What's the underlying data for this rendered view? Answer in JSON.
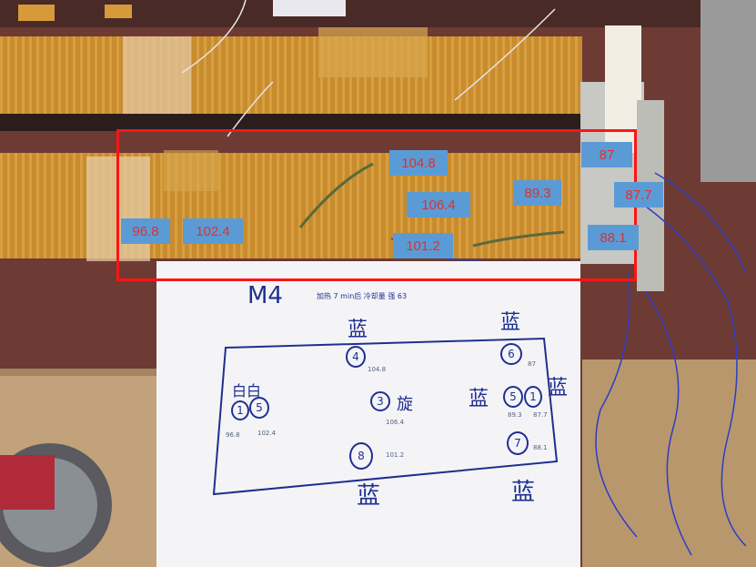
{
  "temperature_labels": [
    "96.8",
    "102.4",
    "104.8",
    "106.4",
    "101.2",
    "89.3",
    "87",
    "87.7",
    "88.1"
  ],
  "sheet": {
    "title": "M4",
    "note": "加热 7 min后   冷却量 强 63",
    "top_mark_left": "蓝",
    "top_mark_right": "蓝",
    "right_mark": "蓝",
    "mid_mark": "蓝",
    "bottom_mark_left": "蓝",
    "bottom_mark_right": "蓝",
    "left_label": "白白",
    "center_label": "旋",
    "sensors": [
      "1",
      "5",
      "4",
      "3",
      "8",
      "6",
      "5",
      "1",
      "7"
    ],
    "small_values": [
      "96.8",
      "102.4",
      "104.8",
      "106.4",
      "101.2",
      "87",
      "89.3",
      "87.7",
      "88.1"
    ]
  }
}
